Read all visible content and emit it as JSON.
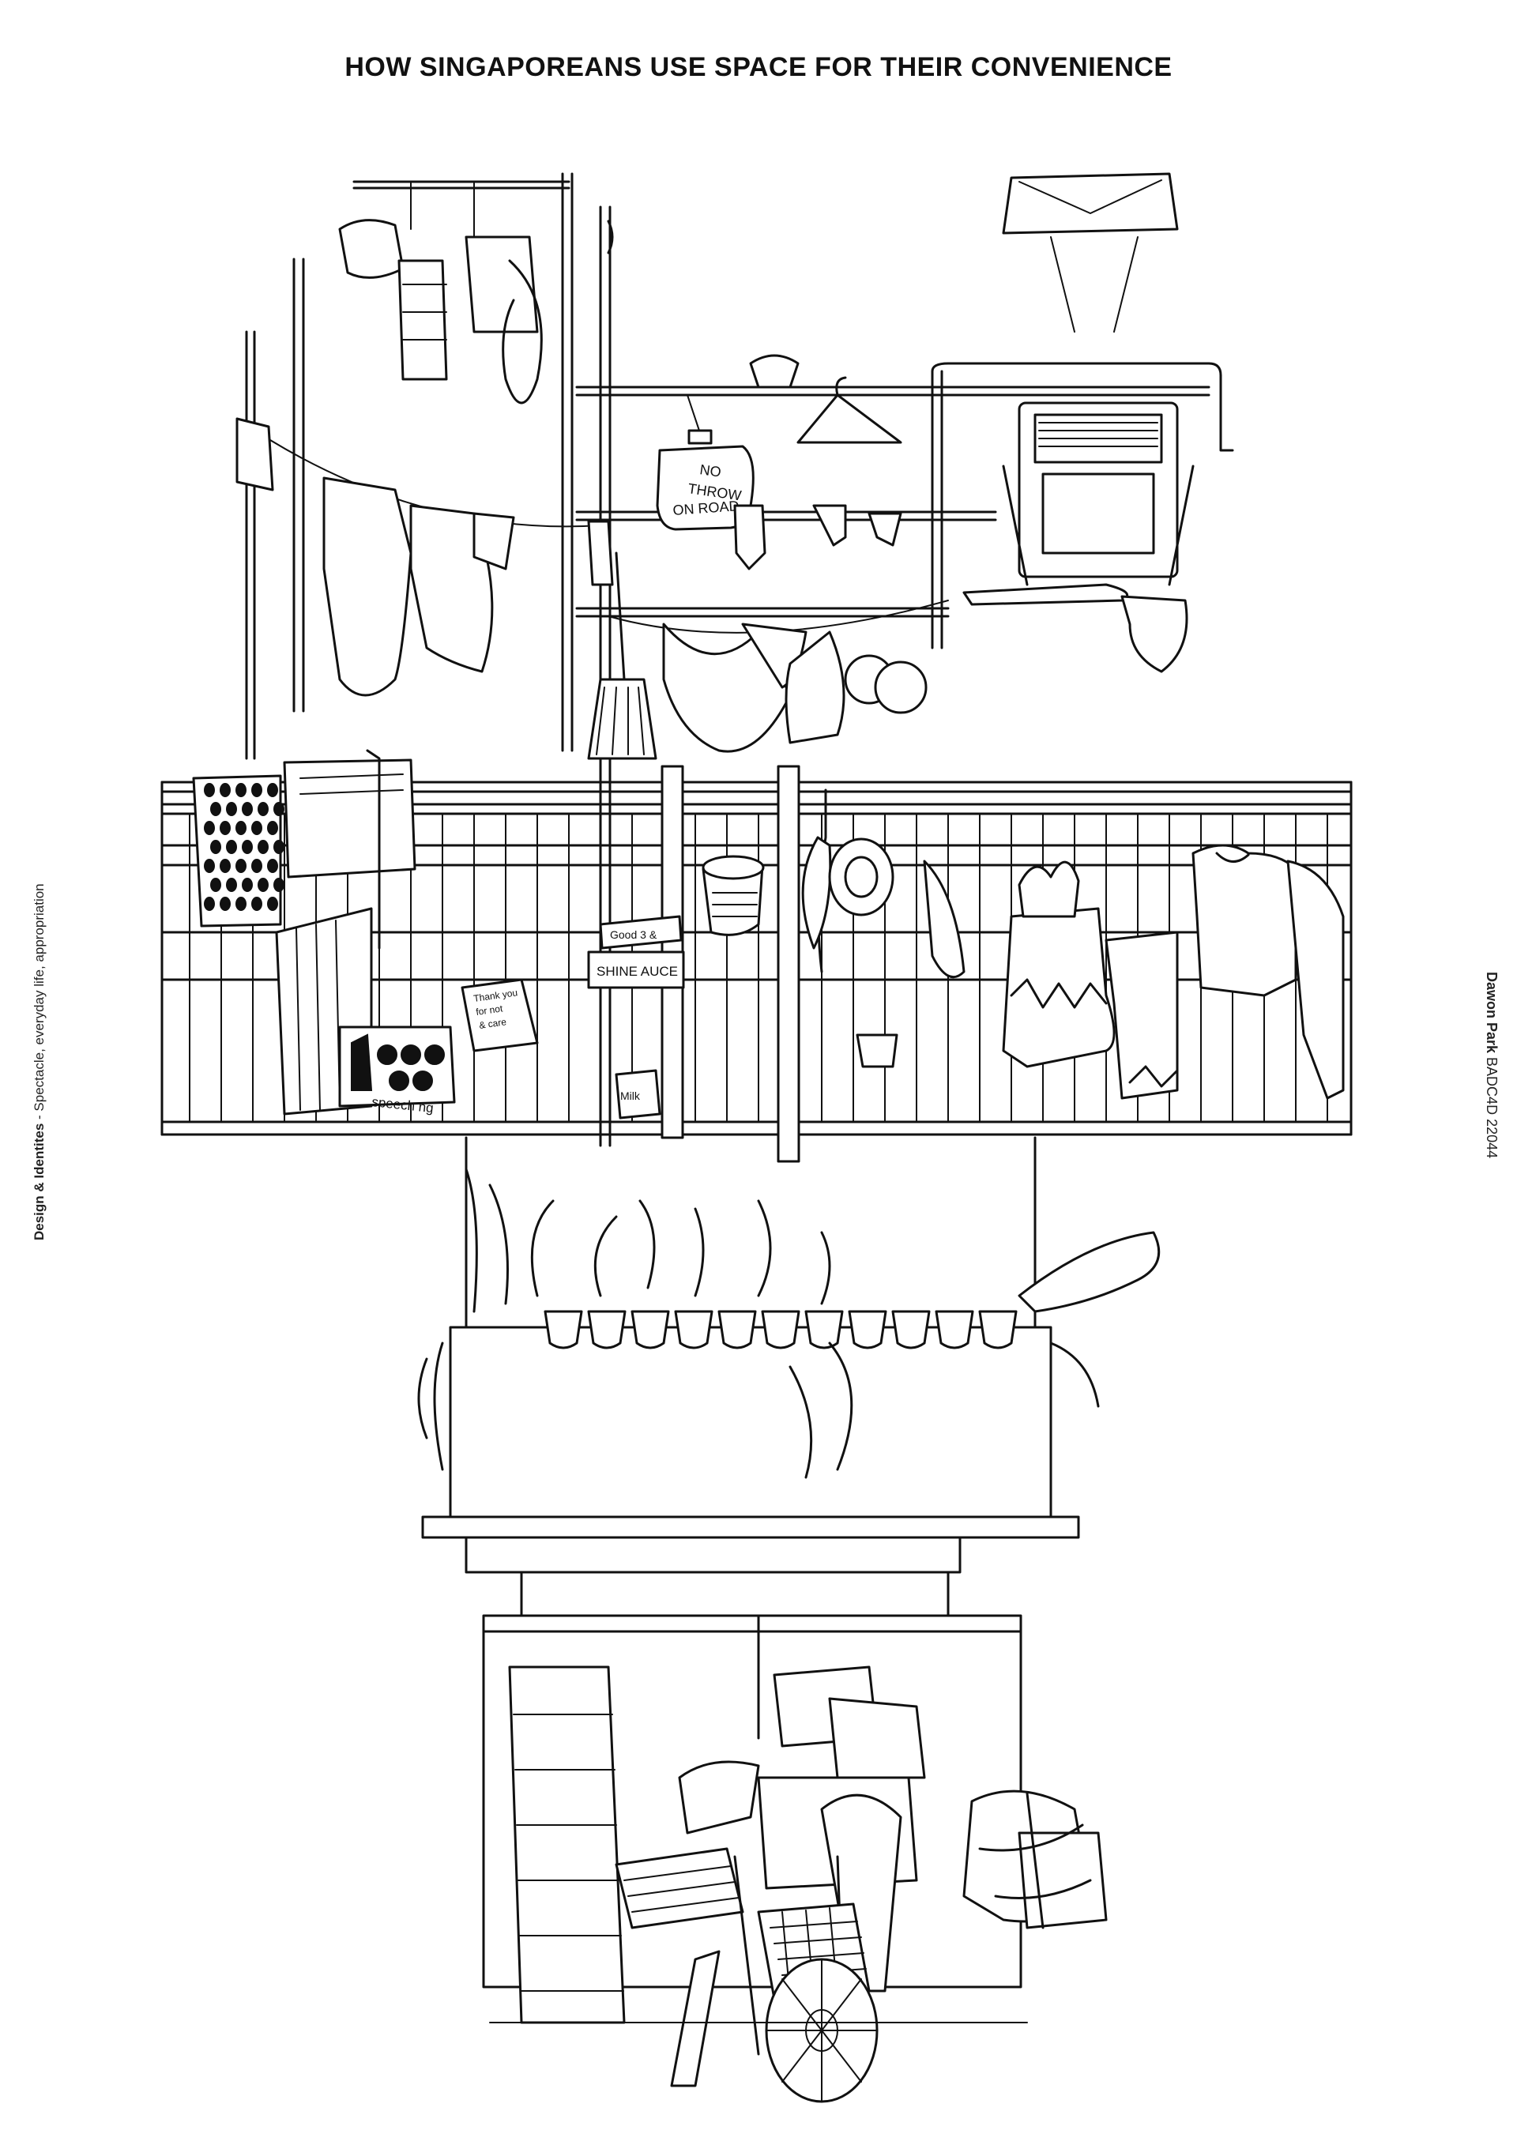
{
  "poster": {
    "title": "HOW SINGAPOREANS USE SPACE FOR THEIR CONVENIENCE",
    "side_left_bold": "Design & Identites",
    "side_left_rest": " - Spectacle, everyday life, appropriation",
    "side_right_bold": "Dawon Park",
    "side_right_rest": " BADC4D 22044"
  },
  "illustration": {
    "sign_line1": "NO",
    "sign_line2": "THROW",
    "sign_line3": "ON ROAD",
    "notice_label": "SHINE AUCE",
    "tag_label": "Good 3 &",
    "mat_label": "speech ng",
    "note_line1": "Thank you",
    "note_line2": "for not",
    "note_line3": "& care",
    "box_label": "Milk"
  }
}
